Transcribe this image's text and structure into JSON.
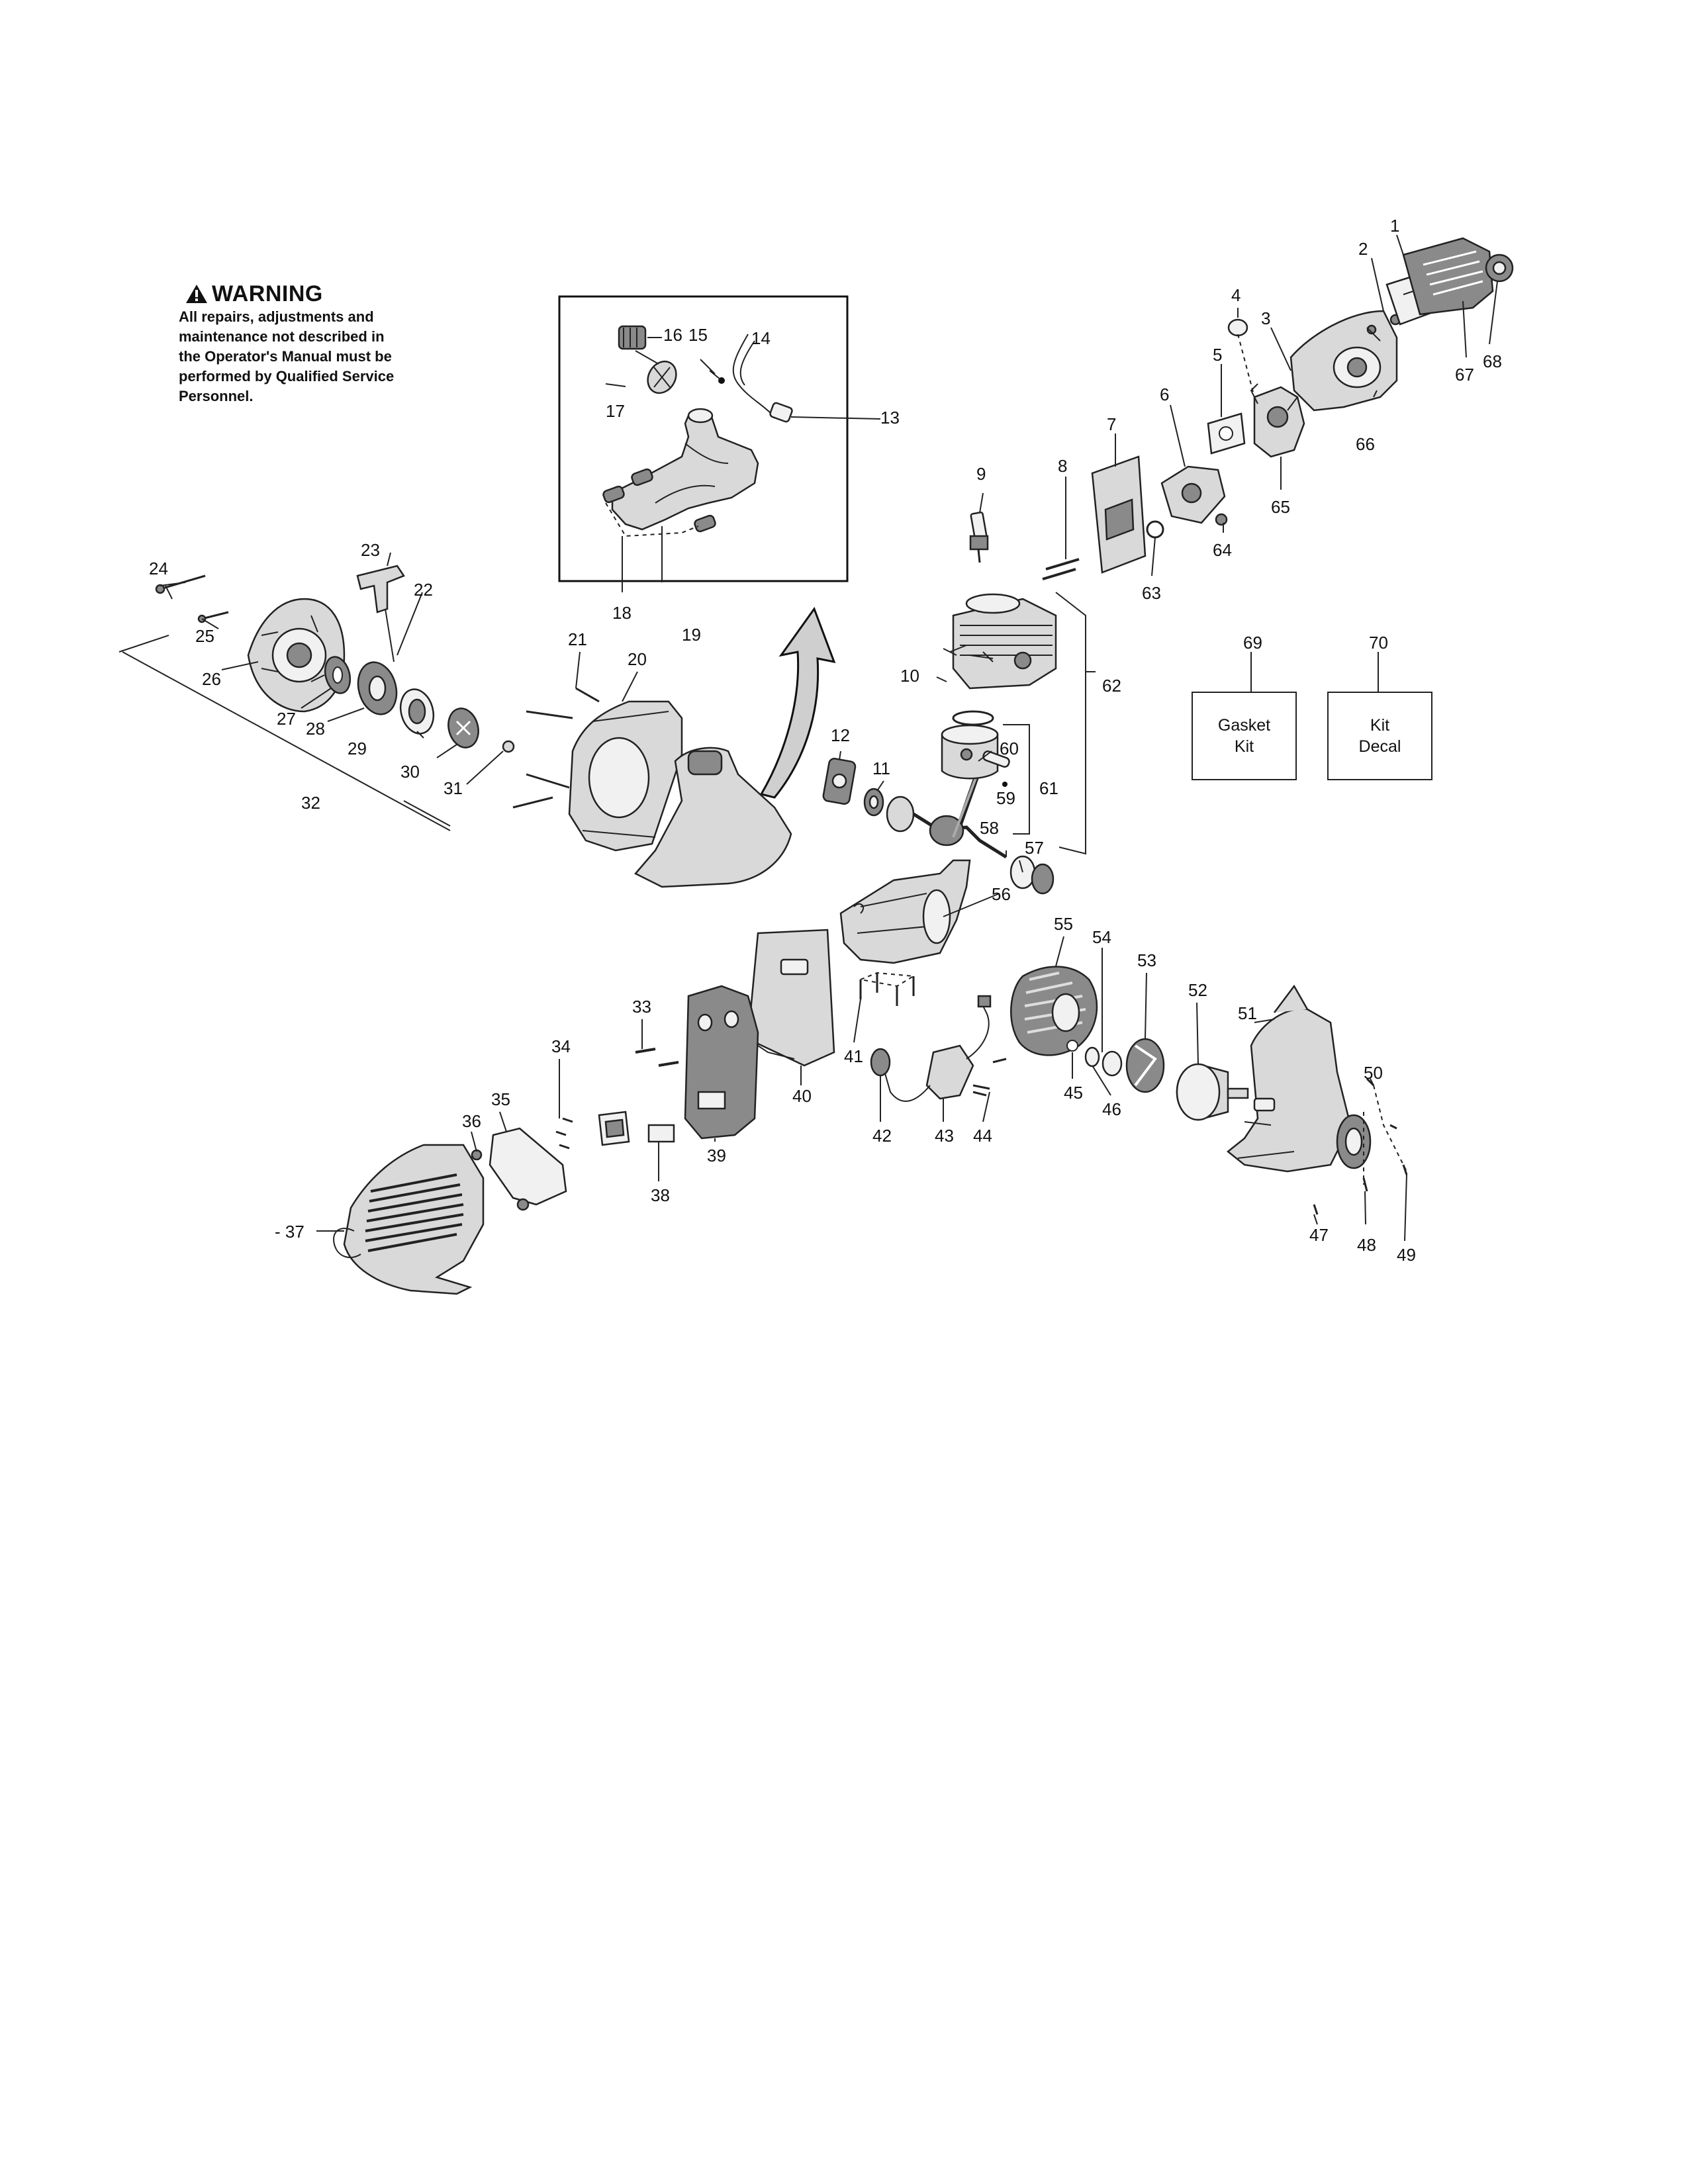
{
  "warning": {
    "title": "WARNING",
    "lines": [
      "All repairs, adjustments and",
      "maintenance not described in",
      "the Operator's Manual must be",
      "performed by Qualified Service",
      "Personnel."
    ]
  },
  "kits": {
    "gasket": {
      "number": "69",
      "line1": "Gasket",
      "line2": "Kit"
    },
    "decal": {
      "number": "70",
      "line1": "Kit",
      "line2": "Decal"
    }
  },
  "labels": {
    "n1": "1",
    "n2": "2",
    "n3": "3",
    "n4": "4",
    "n5": "5",
    "n6": "6",
    "n7": "7",
    "n8": "8",
    "n9": "9",
    "n10": "10",
    "n11": "11",
    "n12": "12",
    "n13": "13",
    "n14": "14",
    "n15": "15",
    "n16": "16",
    "n17": "17",
    "n18": "18",
    "n19": "19",
    "n20": "20",
    "n21": "21",
    "n22": "22",
    "n23": "23",
    "n24": "24",
    "n25": "25",
    "n26": "26",
    "n27": "27",
    "n28": "28",
    "n29": "29",
    "n30": "30",
    "n31": "31",
    "n32": "32",
    "n33": "33",
    "n34": "34",
    "n35": "35",
    "n36": "36",
    "n37": "- 37",
    "n38": "38",
    "n39": "39",
    "n40": "40",
    "n41": "41",
    "n42": "42",
    "n43": "43",
    "n44": "44",
    "n45": "45",
    "n46": "46",
    "n47": "47",
    "n48": "48",
    "n49": "49",
    "n50": "50",
    "n51": "51",
    "n52": "52",
    "n53": "53",
    "n54": "54",
    "n55": "55",
    "n56": "56",
    "n57": "57",
    "n58": "58",
    "n59": "59",
    "n60": "60",
    "n61": "61",
    "n62": "62",
    "n63": "63",
    "n64": "64",
    "n65": "65",
    "n66": "66",
    "n67": "67",
    "n68": "68"
  }
}
